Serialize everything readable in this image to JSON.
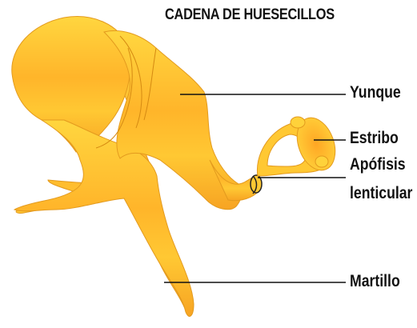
{
  "title": "CADENA DE HUESECILLOS",
  "labels": {
    "yunque": "Yunque",
    "estribo": "Estribo",
    "apofisis_line1": "Apófisis",
    "apofisis_line2": "lenticular",
    "martillo": "Martillo"
  },
  "colors": {
    "bone_light": "#FFD23A",
    "bone_mid": "#FFC230",
    "bone_dark": "#F5A623",
    "outline": "#D58A12",
    "text": "#111111"
  }
}
